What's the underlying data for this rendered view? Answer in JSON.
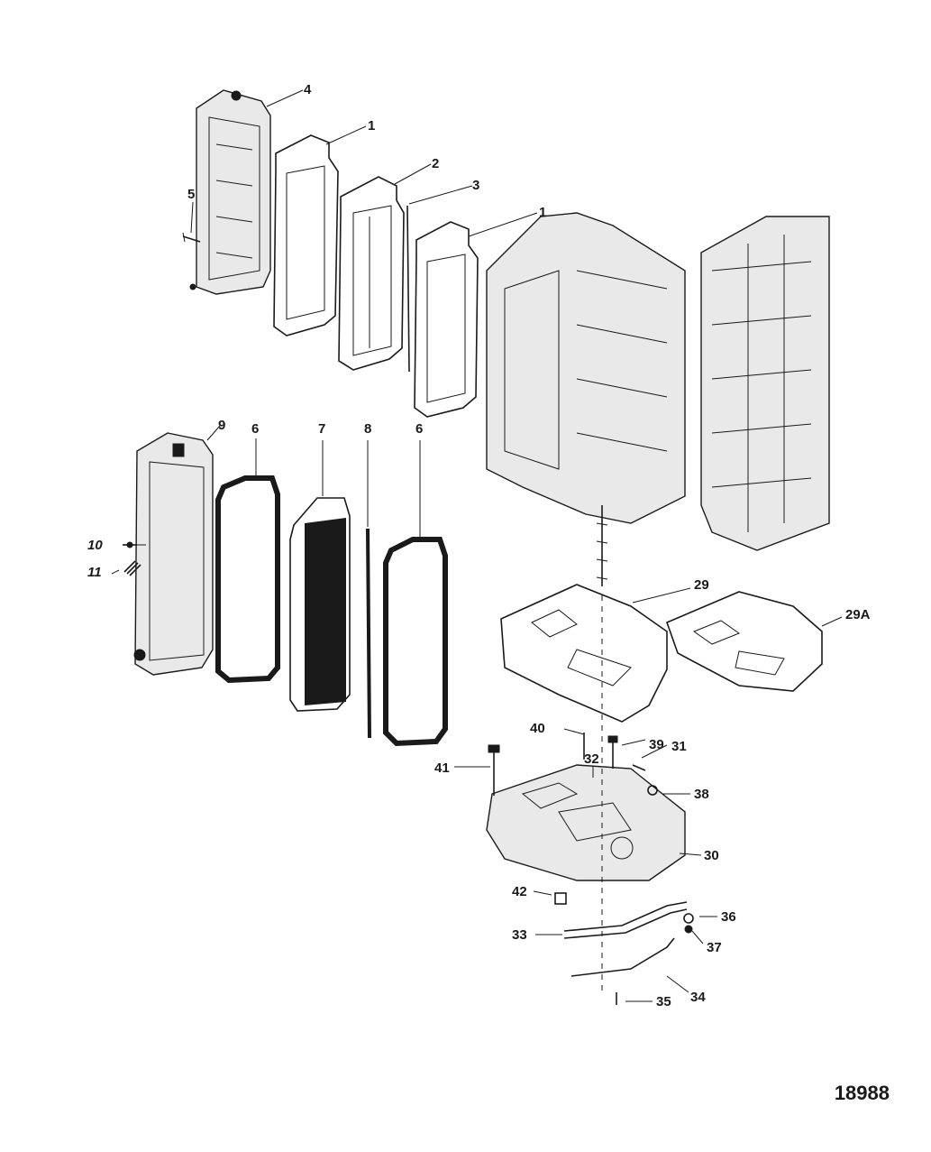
{
  "diagram": {
    "callouts": {
      "c1a": "1",
      "c1b": "1",
      "c2": "2",
      "c3": "3",
      "c4": "4",
      "c5": "5",
      "c6a": "6",
      "c6b": "6",
      "c7": "7",
      "c8": "8",
      "c9": "9",
      "c10": "10",
      "c11": "11",
      "c29": "29",
      "c29a": "29A",
      "c30": "30",
      "c31": "31",
      "c32": "32",
      "c33": "33",
      "c34": "34",
      "c35": "35",
      "c36": "36",
      "c37": "37",
      "c38": "38",
      "c39": "39",
      "c40": "40",
      "c41": "41",
      "c42": "42"
    },
    "reference_number": "18988"
  }
}
